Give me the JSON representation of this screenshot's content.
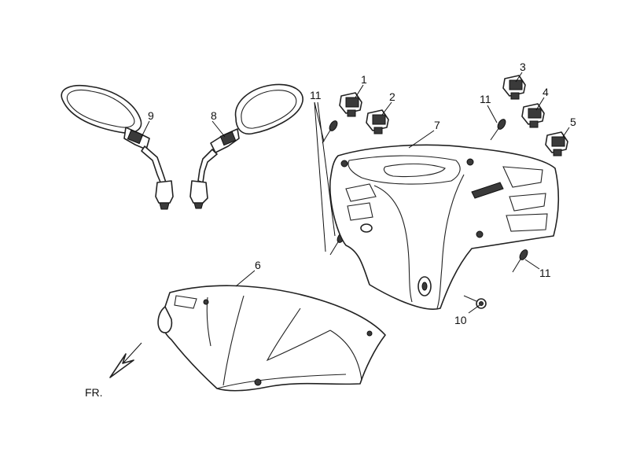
{
  "callouts": {
    "c1": "1",
    "c2": "2",
    "c3": "3",
    "c4": "4",
    "c5": "5",
    "c6": "6",
    "c7": "7",
    "c8": "8",
    "c9": "9",
    "c10": "10",
    "c11a": "11",
    "c11b": "11",
    "c11c": "11"
  },
  "front_label": "FR."
}
